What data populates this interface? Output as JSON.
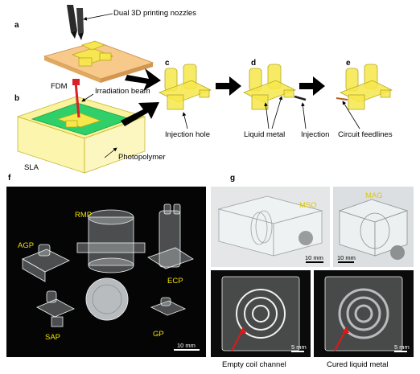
{
  "panels": {
    "a": "a",
    "b": "b",
    "c": "c",
    "d": "d",
    "e": "e",
    "f": "f",
    "g": "g"
  },
  "labels": {
    "nozzles": "Dual 3D printing nozzles",
    "fdm": "FDM",
    "irradiation": "Irradiation beam",
    "sla": "SLA",
    "photopolymer": "Photopolymer",
    "injection_hole": "Injection hole",
    "liquid_metal": "Liquid metal",
    "injection": "Injection",
    "circuit_feedlines": "Circuit feedlines"
  },
  "photo_f": {
    "rmp": "RMP",
    "agp": "AGP",
    "ecp": "ECP",
    "sap": "SAP",
    "gp": "GP",
    "scale": "10 mm"
  },
  "photo_g": {
    "mso": "MSO",
    "mag": "MAG",
    "scale_mso": "10 mm",
    "scale_mag": "10 mm",
    "scale_coil1": "5 mm",
    "scale_coil2": "5 mm",
    "empty_coil": "Empty coil channel",
    "cured_metal": "Cured liquid metal"
  },
  "colors": {
    "resin_yellow": "#f6e84a",
    "fdm_plate": "#f7c98a",
    "sla_green": "#2fd06a",
    "beam_red": "#d8202a",
    "arrow_black": "#000000",
    "label_yellow": "#f2e000"
  }
}
